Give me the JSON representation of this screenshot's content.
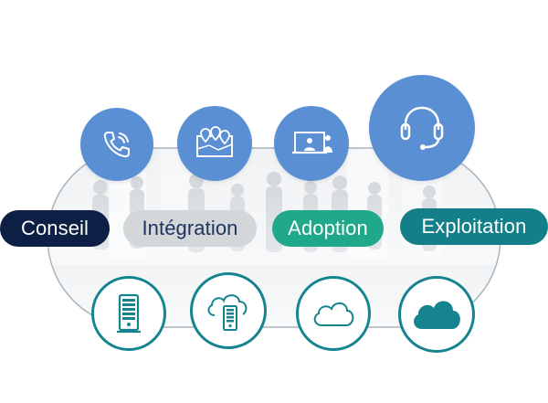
{
  "phases": [
    {
      "id": "conseil",
      "label": "Conseil",
      "bg": "#0d1f44",
      "fg": "#ffffff"
    },
    {
      "id": "integration",
      "label": "Intégration",
      "bg": "#d4d7da",
      "fg": "#1f3260"
    },
    {
      "id": "adoption",
      "label": "Adoption",
      "bg": "#1fa98a",
      "fg": "#ffffff"
    },
    {
      "id": "exploitation",
      "label": "Exploitation",
      "bg": "#137f88",
      "fg": "#ffffff"
    }
  ],
  "top_icons": [
    {
      "name": "phone-icon"
    },
    {
      "name": "map-locations-icon"
    },
    {
      "name": "video-conference-icon"
    },
    {
      "name": "headset-icon"
    }
  ],
  "bottom_icons": [
    {
      "name": "server-icon"
    },
    {
      "name": "cloud-server-icon"
    },
    {
      "name": "cloud-outline-icon"
    },
    {
      "name": "cloud-filled-icon"
    }
  ],
  "colors": {
    "top_circle": "#5b8fd4",
    "teal": "#16848f",
    "track": "#aab4bd"
  }
}
